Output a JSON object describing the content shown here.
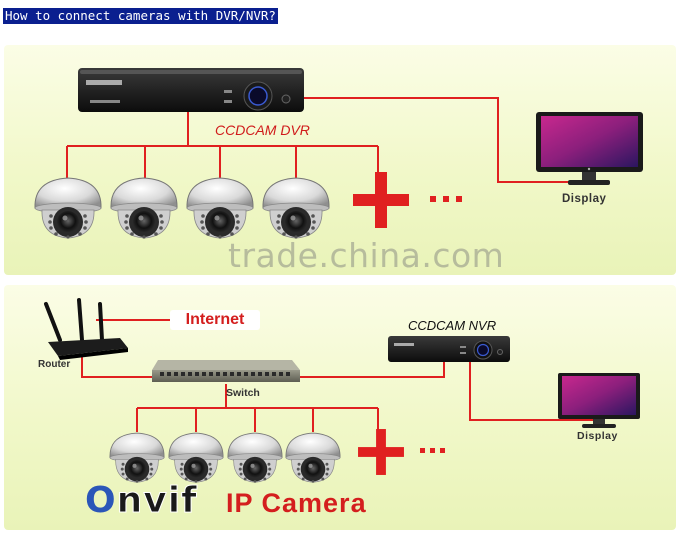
{
  "title": "How to connect cameras with DVR/NVR?",
  "watermark": "trade.china.com",
  "top_diagram": {
    "dvr_label": "CCDCAM DVR",
    "display_label": "Display",
    "ellipsis": "..."
  },
  "bottom_diagram": {
    "internet_label": "Internet",
    "router_label": "Router",
    "switch_label": "Switch",
    "nvr_label": "CCDCAM NVR",
    "display_label": "Display",
    "ellipsis": "...",
    "brand_first_letter": "O",
    "brand_rest": "nvif",
    "product_label": "IP Camera"
  },
  "colors": {
    "title_bg": "#0a1f8f",
    "connection_line": "#e02020",
    "plus": "#e02020"
  }
}
